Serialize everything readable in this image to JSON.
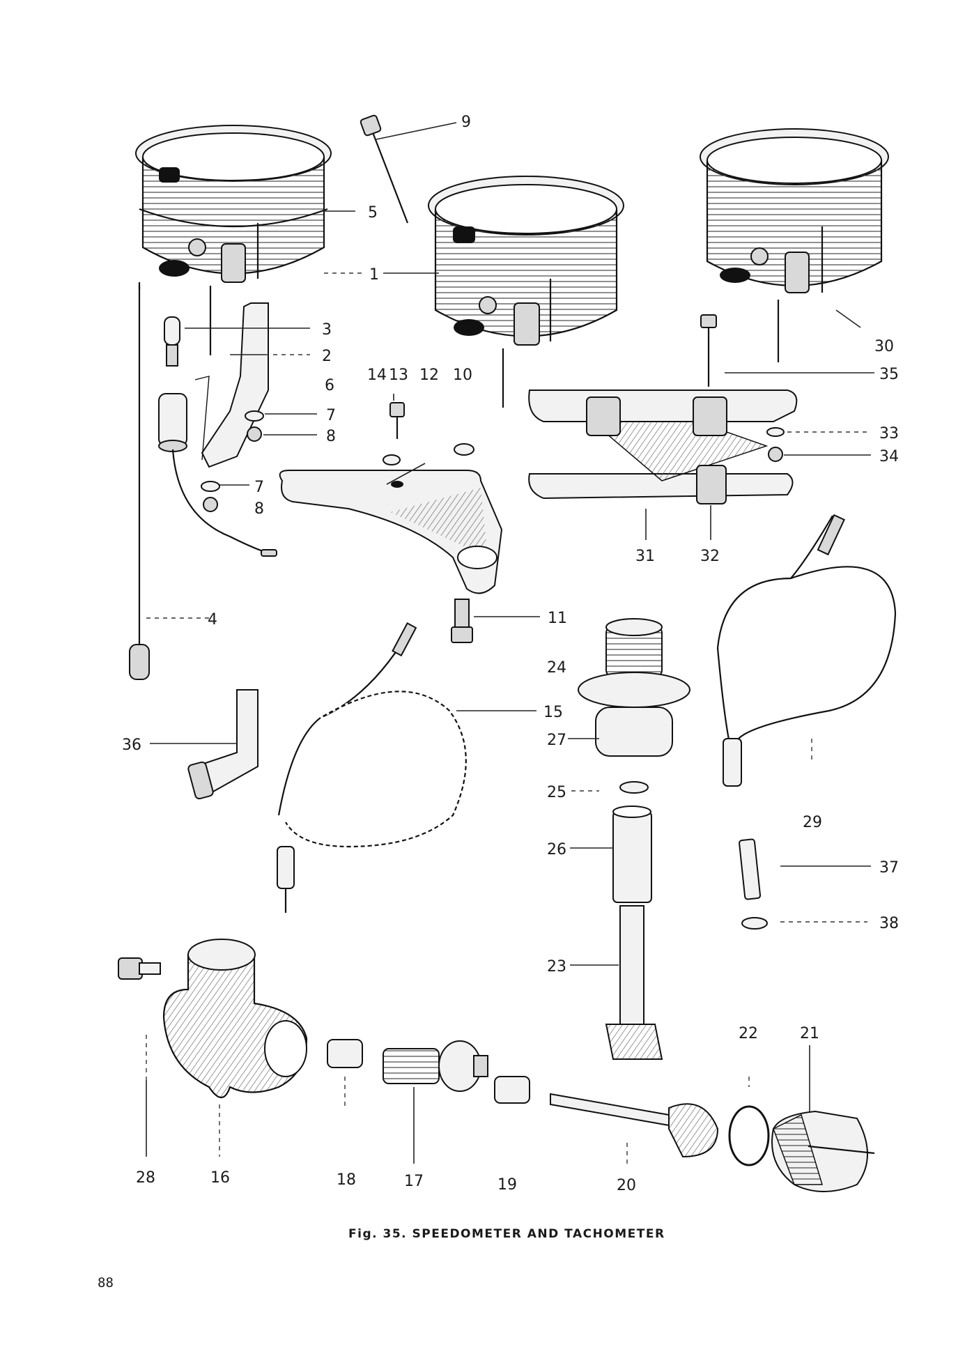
{
  "figure": {
    "caption": "Fig. 35.  SPEEDOMETER AND TACHOMETER",
    "page_number": "88"
  },
  "callouts": {
    "c1": "1",
    "c2": "2",
    "c3": "3",
    "c4": "4",
    "c5": "5",
    "c6": "6",
    "c7a": "7",
    "c7b": "7",
    "c8a": "8",
    "c8b": "8",
    "c9": "9",
    "c10": "10",
    "c11": "11",
    "c12": "12",
    "c13": "13",
    "c14": "14",
    "c15": "15",
    "c16": "16",
    "c17": "17",
    "c18": "18",
    "c19": "19",
    "c20": "20",
    "c21": "21",
    "c22": "22",
    "c23": "23",
    "c24": "24",
    "c25": "25",
    "c26": "26",
    "c27": "27",
    "c28": "28",
    "c29": "29",
    "c30": "30",
    "c31": "31",
    "c32": "32",
    "c33": "33",
    "c34": "34",
    "c35": "35",
    "c36": "36",
    "c37": "37",
    "c38": "38"
  }
}
